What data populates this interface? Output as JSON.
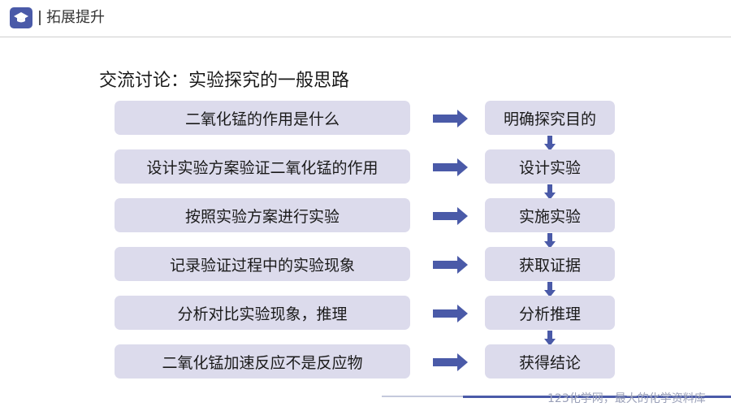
{
  "header": {
    "title": "拓展提升",
    "logo_icon": "graduation-cap-icon",
    "accent": "#4a5aa8"
  },
  "subtitle": "交流讨论：实验探究的一般思路",
  "steps": [
    {
      "label": "二氧化锰的作用是什么",
      "goal": "明确探究目的"
    },
    {
      "label": "设计实验方案验证二氧化锰的作用",
      "goal": "设计实验"
    },
    {
      "label": "按照实验方案进行实验",
      "goal": "实施实验"
    },
    {
      "label": "记录验证过程中的实验现象",
      "goal": "获取证据"
    },
    {
      "label": "分析对比实验现象，推理",
      "goal": "分析推理"
    },
    {
      "label": "二氧化锰加速反应不是反应物",
      "goal": "获得结论"
    }
  ],
  "box_color": "#dcdbec",
  "arrow_color": "#4a5aa8",
  "watermark": "123化学网，最大的化学资料库"
}
